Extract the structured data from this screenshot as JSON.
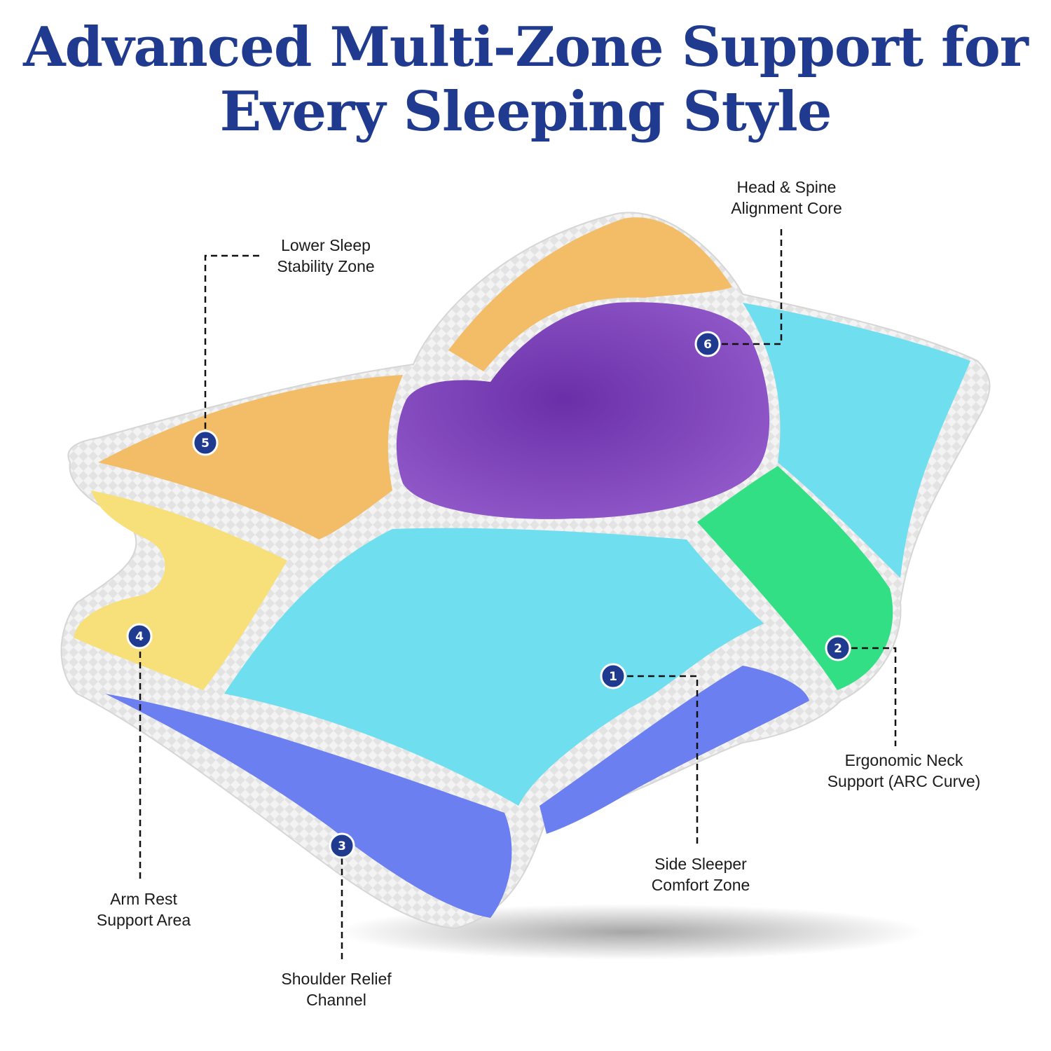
{
  "title": {
    "line1": "Advanced Multi-Zone Support for",
    "line2": "Every Sleeping Style"
  },
  "colors": {
    "title": "#1f3a8f",
    "zone_orange": "#f2bd66",
    "zone_purple": "#8f57c8",
    "zone_cyan": "#6fdff0",
    "zone_green": "#33df85",
    "zone_yellow": "#f7e07a",
    "zone_blue": "#6b7ff0",
    "badge": "#1f3a8f"
  },
  "zones": [
    {
      "number": "1",
      "label_line1": "Side Sleeper",
      "label_line2": "Comfort Zone"
    },
    {
      "number": "2",
      "label_line1": "Ergonomic Neck",
      "label_line2": "Support (ARC Curve)"
    },
    {
      "number": "3",
      "label_line1": "Shoulder Relief",
      "label_line2": "Channel"
    },
    {
      "number": "4",
      "label_line1": "Arm Rest",
      "label_line2": "Support Area"
    },
    {
      "number": "5",
      "label_line1": "Lower Sleep",
      "label_line2": "Stability Zone"
    },
    {
      "number": "6",
      "label_line1": "Head & Spine",
      "label_line2": "Alignment Core"
    }
  ]
}
